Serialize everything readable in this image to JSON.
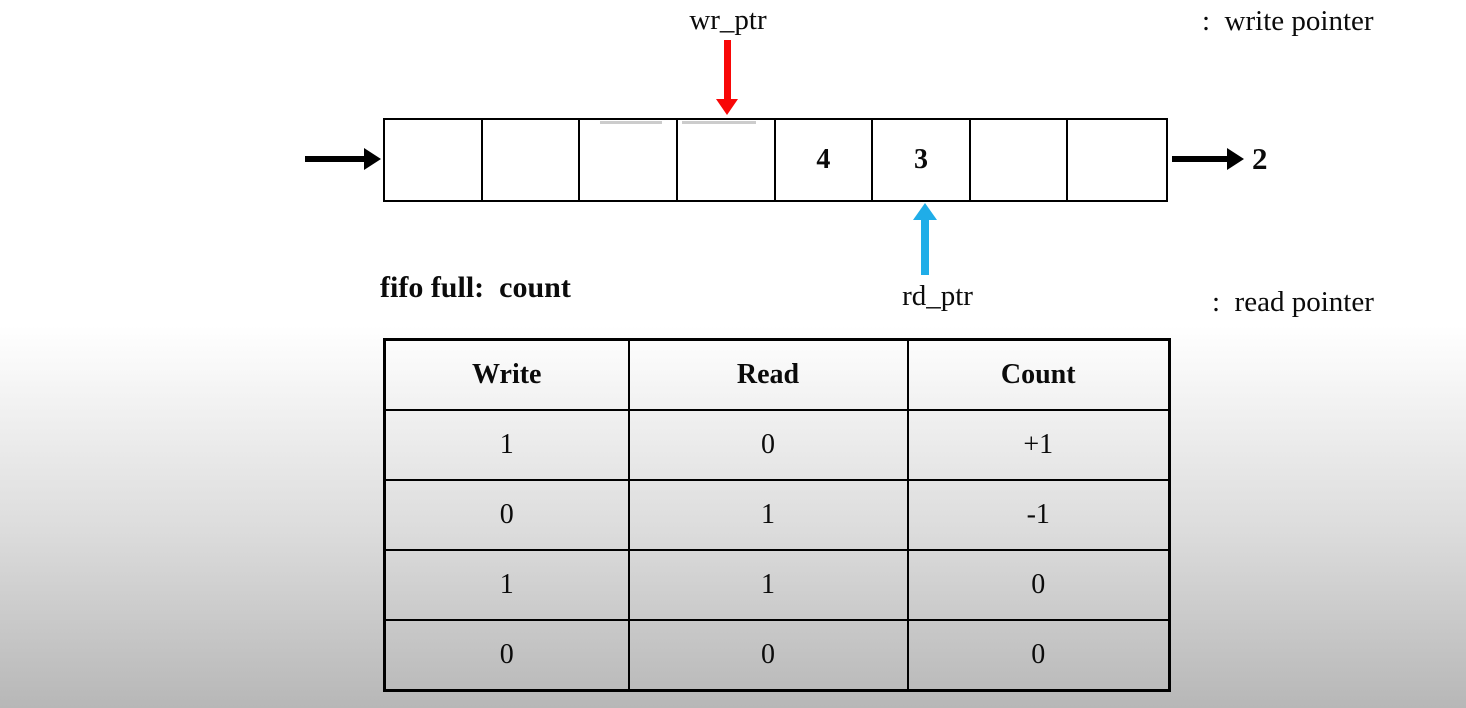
{
  "fifo": {
    "wr_ptr_label": "wr_ptr",
    "rd_ptr_label": "rd_ptr",
    "cells": [
      "",
      "",
      "",
      "",
      "4",
      "3",
      "",
      ""
    ],
    "output_value": "2",
    "caption": "fifo full:  count",
    "colors": {
      "write_arrow": "#f80707",
      "read_arrow": "#1fade8",
      "io_arrow": "#000000"
    }
  },
  "legend": {
    "write": ":  write pointer",
    "read": ":  read pointer"
  },
  "table": {
    "headers": [
      "Write",
      "Read",
      "Count"
    ],
    "rows": [
      [
        "1",
        "0",
        "+1"
      ],
      [
        "0",
        "1",
        "-1"
      ],
      [
        "1",
        "1",
        "0"
      ],
      [
        "0",
        "0",
        "0"
      ]
    ]
  }
}
